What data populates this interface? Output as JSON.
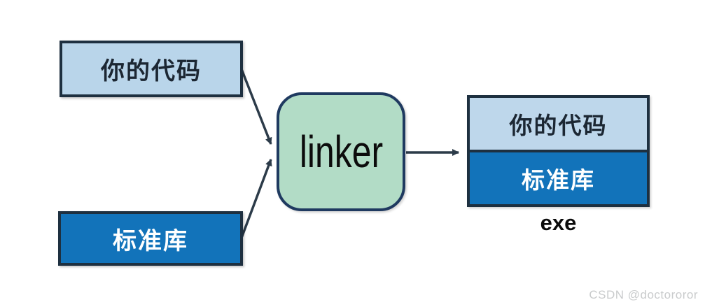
{
  "diagram": {
    "nodes": {
      "your_code": {
        "label": "你的代码"
      },
      "std_lib": {
        "label": "标准库"
      },
      "linker": {
        "label": "linker"
      },
      "exe": {
        "top_label": "你的代码",
        "bottom_label": "标准库",
        "caption": "exe"
      }
    },
    "edges": [
      {
        "from": "your_code",
        "to": "linker"
      },
      {
        "from": "std_lib",
        "to": "linker"
      },
      {
        "from": "linker",
        "to": "exe"
      }
    ]
  },
  "watermark": {
    "text": "CSDN @doctororor"
  },
  "colors": {
    "light_blue_fill": "#b9d5ea",
    "dark_blue_fill": "#1273ba",
    "green_fill": "#b2dcc6",
    "box_border": "#1e3040",
    "linker_border": "#1f3a60",
    "arrow": "#2c3b49",
    "dark_text": "#1c2733",
    "white_text": "#ffffff",
    "watermark_gray": "#c9cbcc"
  }
}
